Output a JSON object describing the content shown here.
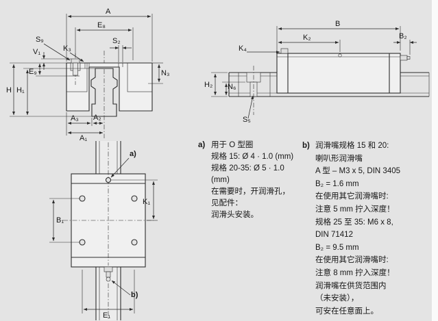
{
  "page": {
    "background": "#e4e4e4",
    "line_color": "#2b2b2b"
  },
  "drawings": {
    "cross_section": {
      "name": "front cross-section view of runner block on rail",
      "labels": {
        "A": "A",
        "E8": "E₈",
        "S9": "S₉",
        "V1": "V₁",
        "K3": "K₃",
        "S2": "S₂",
        "N3": "N₃",
        "E9": "E₉",
        "H": "H",
        "H1": "H₁",
        "A3": "A₃",
        "A2": "A₂",
        "A1": "A₁"
      }
    },
    "side_view": {
      "name": "side view of runner block on rail",
      "labels": {
        "B": "B",
        "K2": "K₂",
        "B2": "B₂",
        "K4": "K₄",
        "H2": "H₂",
        "N6": "N₆",
        "S5": "S₅"
      }
    },
    "top_view": {
      "name": "top view of runner block on rail",
      "labels": {
        "a_ref": "a)",
        "K1": "K₁",
        "B1": "B₁",
        "b_ref": "b)",
        "E1": "E₁"
      }
    }
  },
  "notes": {
    "a": {
      "marker": "a)",
      "lines": [
        "用于 O 型圈",
        "规格 15: Ø 4 · 1.0 (mm)",
        "规格 20-35: Ø 5 · 1.0",
        "(mm)",
        "在需要时，开润滑孔，",
        "见配件：",
        "润滑头安装。"
      ]
    },
    "b": {
      "marker": "b)",
      "lines": [
        "润滑嘴规格 15 和 20:",
        "喇叭形润滑嘴",
        "A 型 – M3 x 5, DIN 3405",
        "B₂ = 1.6 mm",
        "在使用其它润滑嘴时:",
        "注意 5 mm 拧入深度！",
        "规格 25 至 35: M6 x 8,",
        "DIN 71412",
        "B₂ = 9.5 mm",
        "在使用其它润滑嘴时:",
        "注意 8 mm 拧入深度！",
        "润滑嘴在供货范围内",
        "（未安装），",
        "可安在任意面上。"
      ]
    }
  }
}
